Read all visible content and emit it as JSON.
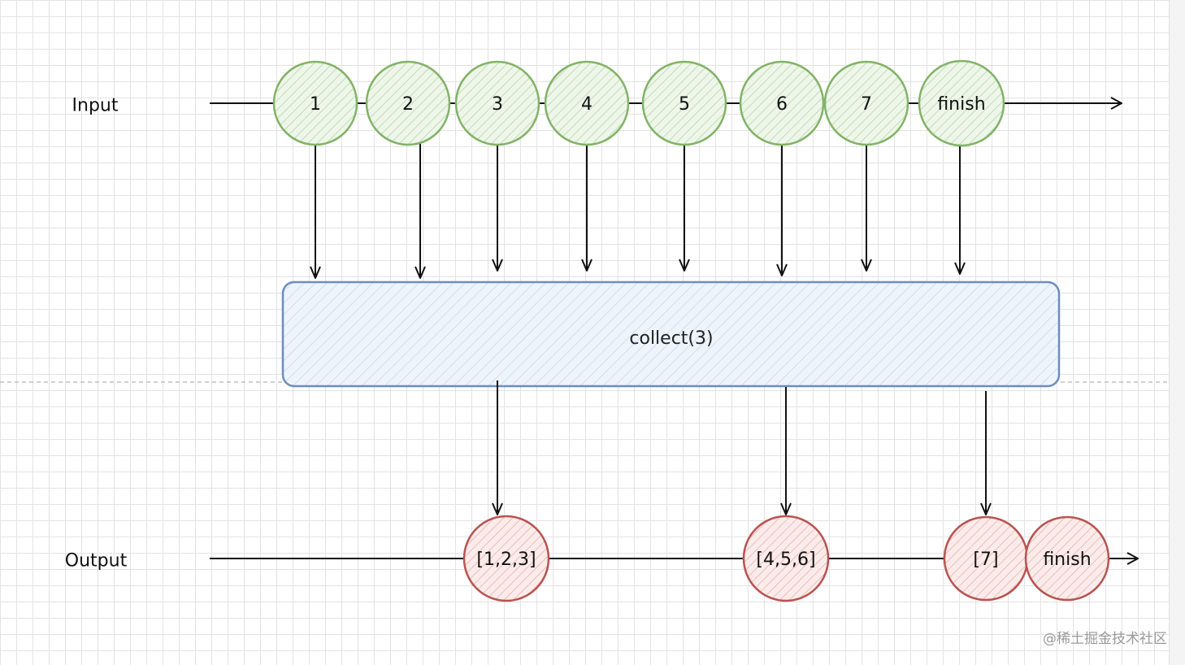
{
  "diagram": {
    "row_labels": {
      "input": "Input",
      "output": "Output"
    },
    "input_nodes": [
      "1",
      "2",
      "3",
      "4",
      "5",
      "6",
      "7",
      "finish"
    ],
    "operator": "collect(3)",
    "output_nodes": [
      "[1,2,3]",
      "[4,5,6]",
      "[7]",
      "finish"
    ]
  },
  "colors": {
    "input_node_stroke": "#82b366",
    "input_node_fill": "#d5e8d4",
    "output_node_stroke": "#b85450",
    "output_node_fill": "#f8cecc",
    "operator_stroke": "#6c8ebf",
    "operator_fill": "#dae8fc",
    "line": "#111111"
  },
  "watermark": "@稀土掘金技术社区"
}
